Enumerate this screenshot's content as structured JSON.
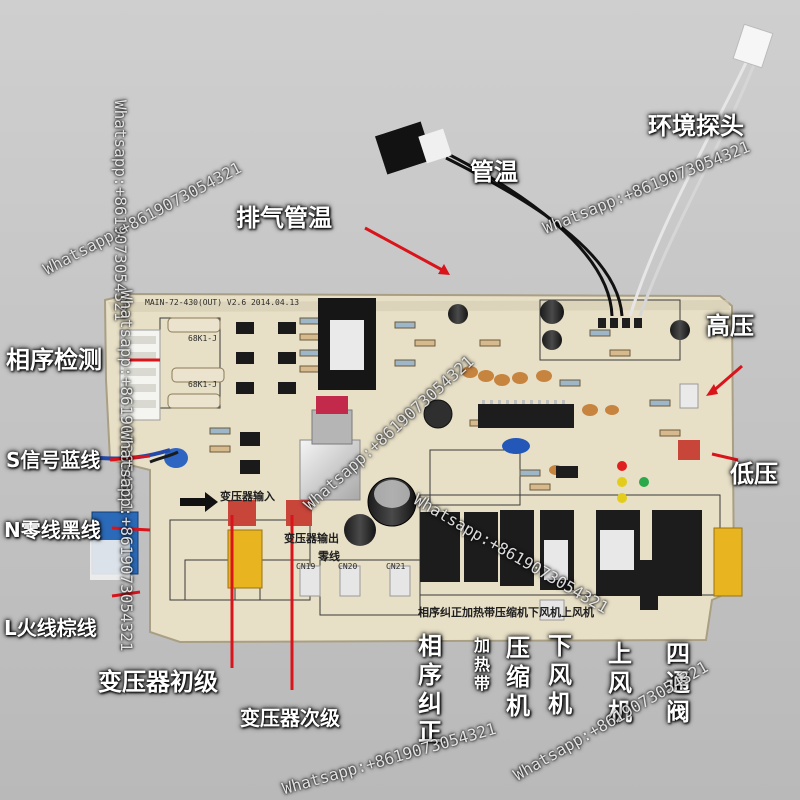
{
  "labels": {
    "pipe_temp": "管温",
    "ambient_probe": "环境探头",
    "exhaust_temp": "排气管温",
    "phase_detect": "相序检测",
    "high_pressure": "高压",
    "s_signal": "S信号蓝线",
    "low_pressure": "低压",
    "neutral": "N零线黑线",
    "live": "L火线棕线",
    "xfmr_primary": "变压器初级",
    "xfmr_secondary": "变压器次级",
    "phase_correct": "相序纠正",
    "heater": "加热带",
    "compressor": "压缩机",
    "low_fan": "下风机",
    "high_fan": "上风机",
    "four_way": "四通阀"
  },
  "board": {
    "model": "MAIN-72-430(OUT) V2.6 2014.04.13",
    "xfmr_in": "变压器输入",
    "xfmr_out": "变压器输出",
    "neutral_bus": "零线",
    "cn19": "CN19",
    "cn20": "CN20",
    "cn21": "CN21",
    "relay_row": "相序纠正加热带压缩机下风机上风机",
    "res1": "68K1-J",
    "res2": "68K1-J"
  },
  "watermarks": [
    "Whatsapp:+8619073054321",
    "Whatsapp:+8619073054321",
    "Whatsapp:+8619073054321",
    "Whatsapp:+8619073054321",
    "Whatsapp:+8619073054321",
    "Whatsapp:+8619073054321",
    "Whatsapp:+8619073054321",
    "Whatsapp:+8619073054321",
    "Whatsapp:+8619073054321"
  ],
  "colors": {
    "background": "#c4c4c4",
    "pcb": "#e7dfc6",
    "arrow": "#d9141b",
    "label_text": "#ffffff",
    "relay": "#1c1c1c",
    "terminal_red": "#c8453a"
  }
}
